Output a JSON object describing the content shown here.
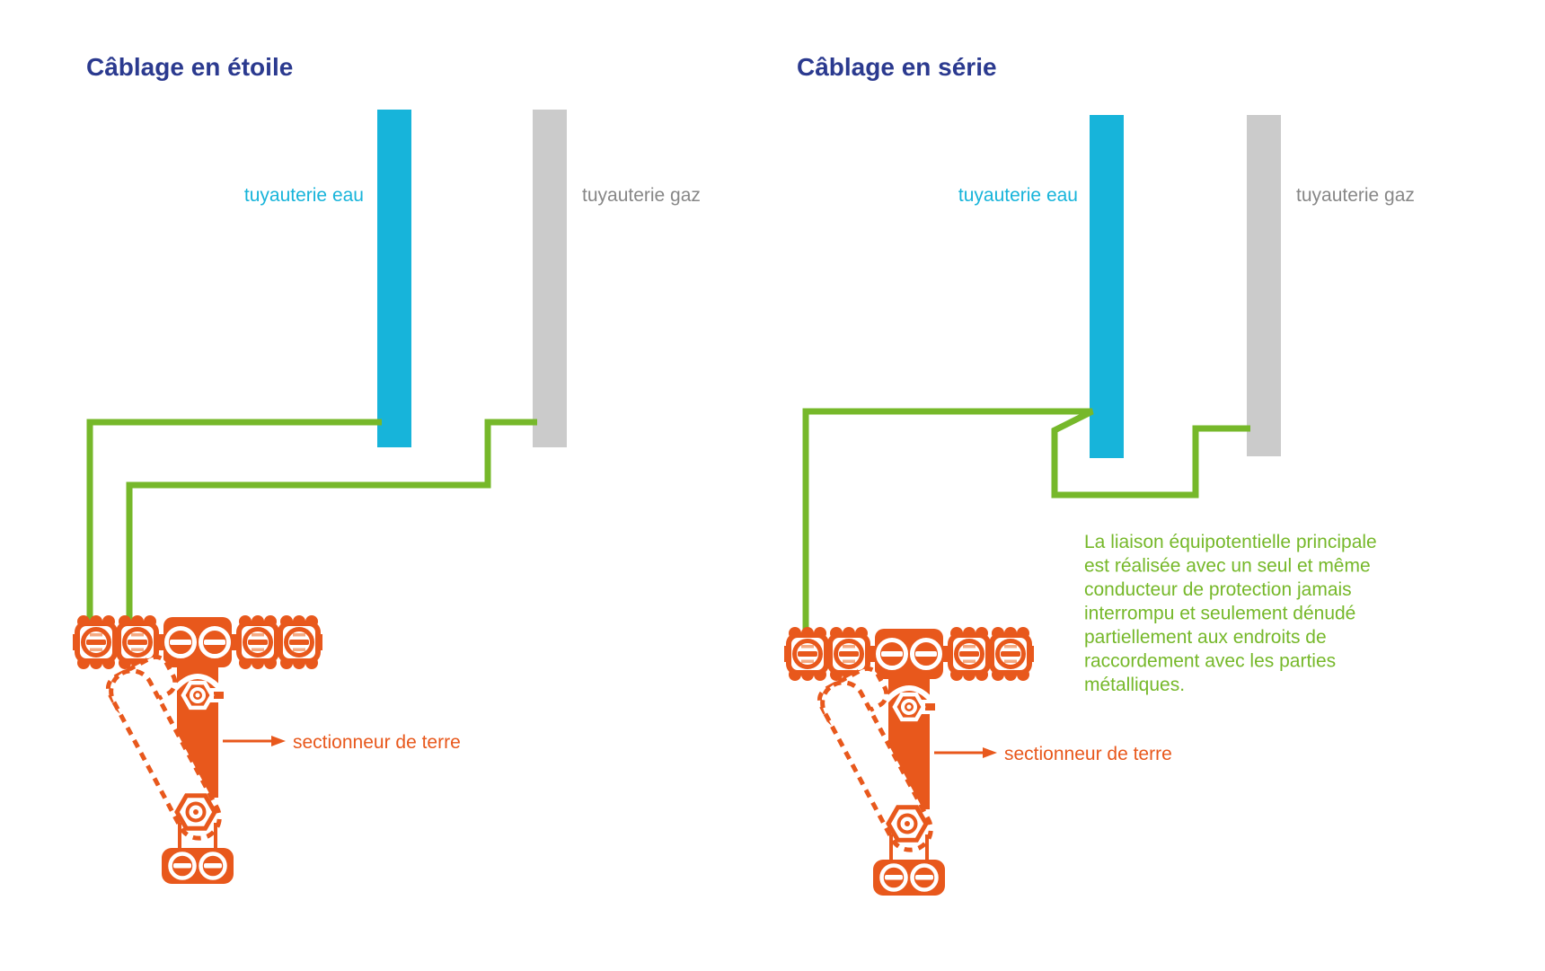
{
  "left_diagram": {
    "title": "Câblage en étoile",
    "water_pipe_label": "tuyauterie eau",
    "gas_pipe_label": "tuyauterie gaz",
    "disconnector_label": "sectionneur de terre"
  },
  "right_diagram": {
    "title": "Câblage en série",
    "water_pipe_label": "tuyauterie eau",
    "gas_pipe_label": "tuyauterie gaz",
    "disconnector_label": "sectionneur de terre",
    "note_lines": [
      "La liaison équipotentielle principale",
      "est réalisée avec un seul et même",
      "conducteur de protection jamais",
      "interrompu et seulement dénudé",
      "partiellement aux endroits de",
      "raccordement avec les parties",
      "métalliques."
    ]
  },
  "colors": {
    "title_blue": "#2B3A8F",
    "water_cyan": "#17B4DA",
    "gas_gray": "#CBCBCB",
    "gas_label_gray": "#878787",
    "conductor_green": "#76B82A",
    "hardware_orange": "#E8581C"
  }
}
